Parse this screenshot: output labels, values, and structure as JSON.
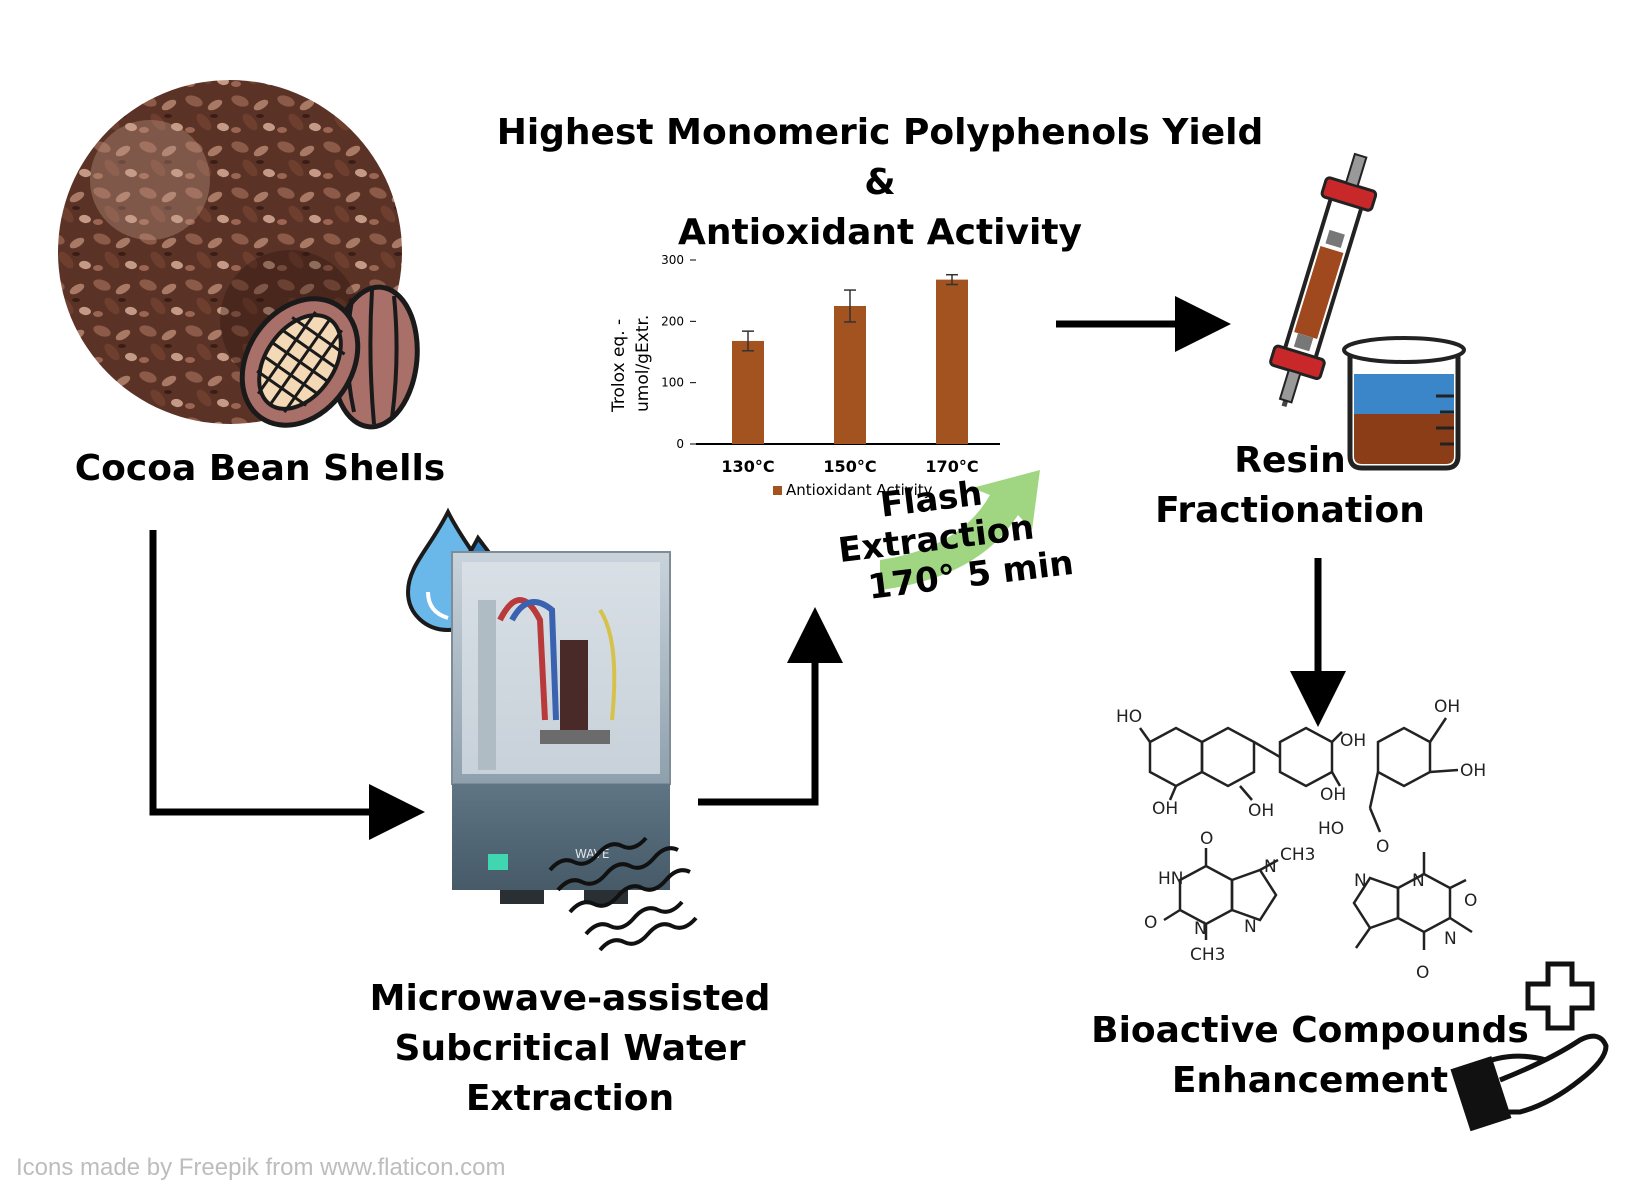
{
  "title": {
    "line1": "Highest Monomeric Polyphenols Yield",
    "line2": "&",
    "line3": "Antioxidant Activity"
  },
  "nodes": {
    "cocoa": {
      "label": "Cocoa Bean Shells"
    },
    "microwave": {
      "line1": "Microwave-assisted",
      "line2": "Subcritical Water",
      "line3": "Extraction"
    },
    "flash": {
      "line1": "Flash Extraction",
      "line2": "170° 5 min"
    },
    "resin": {
      "line1": "Resin",
      "line2": "Fractionation"
    },
    "bioactive": {
      "line1": "Bioactive Compounds",
      "line2": "Enhancement"
    },
    "device_text": "WAVE"
  },
  "credit": "Icons made by Freepik from www.flaticon.com",
  "chemistry_labels": [
    "HO",
    "OH",
    "OH",
    "OH",
    "OH",
    "OH",
    "OH",
    "HO",
    "O",
    "O",
    "HN",
    "O",
    "N",
    "CH3",
    "N",
    "N",
    "CH3",
    "N",
    "N",
    "O",
    "N",
    "O"
  ],
  "colors": {
    "bar": "#a3531f",
    "arrow": "#000000",
    "flash_arrow": "#8fcf6b",
    "beaker_liquid_top": "#3a86c8",
    "beaker_liquid_bottom": "#8a3d16"
  },
  "chart_data": {
    "type": "bar",
    "categories": [
      "130°C",
      "150°C",
      "170°C"
    ],
    "series": [
      {
        "name": "Antioxidant Activity",
        "values": [
          168,
          225,
          268
        ],
        "errors": [
          16,
          26,
          8
        ]
      }
    ],
    "ylabel_line1": "Trolox eq. -",
    "ylabel_line2": "umol/gExtr.",
    "yticks": [
      0,
      100,
      200,
      300
    ],
    "ylim": [
      0,
      300
    ],
    "legend": "bottom"
  }
}
